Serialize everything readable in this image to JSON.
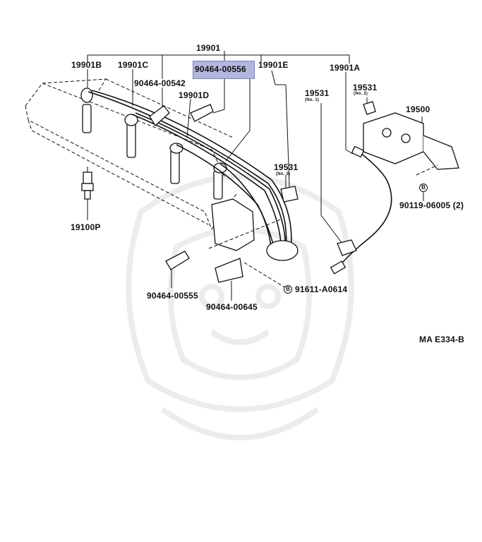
{
  "diagram": {
    "code": "MA E334-B",
    "highlighted_part": "90464-00556",
    "parts": {
      "p19901": "19901",
      "p19901B": "19901B",
      "p19901C": "19901C",
      "p19901D": "19901D",
      "p19901E": "19901E",
      "p19901A": "19901A",
      "p90464_00542": "90464-00542",
      "p90464_00556": "90464-00556",
      "p19531_no1": "19531",
      "no1": "(No. 1)",
      "p19531_no2": "19531",
      "no2": "(No. 2)",
      "p19531_no3": "19531",
      "no3": "(No. 3)",
      "p19500": "19500",
      "p90119_06005": "90119-06005 (2)",
      "p19100P": "19100P",
      "p90464_00555": "90464-00555",
      "p90464_00645": "90464-00645",
      "p91611_A0614": "91611-A0614",
      "bolt_mark": "B"
    }
  }
}
